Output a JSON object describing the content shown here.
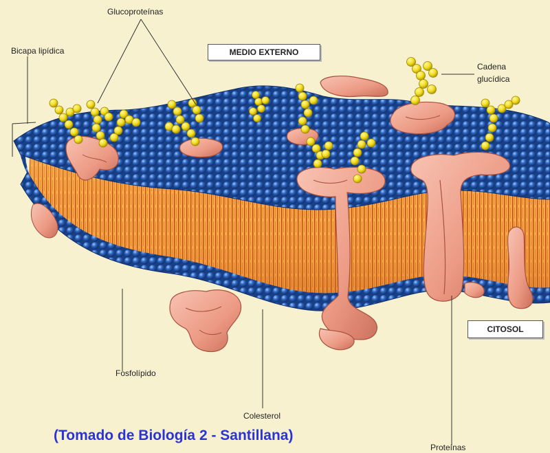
{
  "labels": {
    "glycoproteins": "Glucoproteínas",
    "lipid_bilayer": "Bicapa lipídica",
    "external_medium": "MEDIO EXTERNO",
    "carbohydrate_chain_line1": "Cadena",
    "carbohydrate_chain_line2": "glucídica",
    "cytosol": "CITOSOL",
    "phospholipid": "Fosfolípido",
    "cholesterol": "Colesterol",
    "proteins": "Proteínas"
  },
  "credit": "(Tomado de Biología 2 - Santillana)",
  "colors": {
    "background": "#f7f1cf",
    "head_blue": "#2b5fb6",
    "tail_orange": "#f0a43a",
    "protein_pink": "#ec9a84",
    "sugar_yellow": "#f2dc1d",
    "credit_blue": "#2a34d6"
  }
}
